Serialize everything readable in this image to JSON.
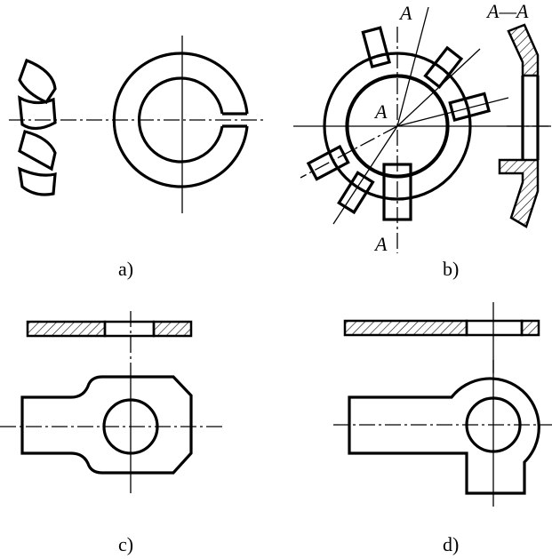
{
  "figures": {
    "a": {
      "caption": "a)"
    },
    "b": {
      "caption": "b)",
      "section_label_top": "A",
      "section_label_center": "A",
      "section_label_bottom": "A",
      "section_view_title": "A—A"
    },
    "c": {
      "caption": "c)"
    },
    "d": {
      "caption": "d)"
    }
  }
}
